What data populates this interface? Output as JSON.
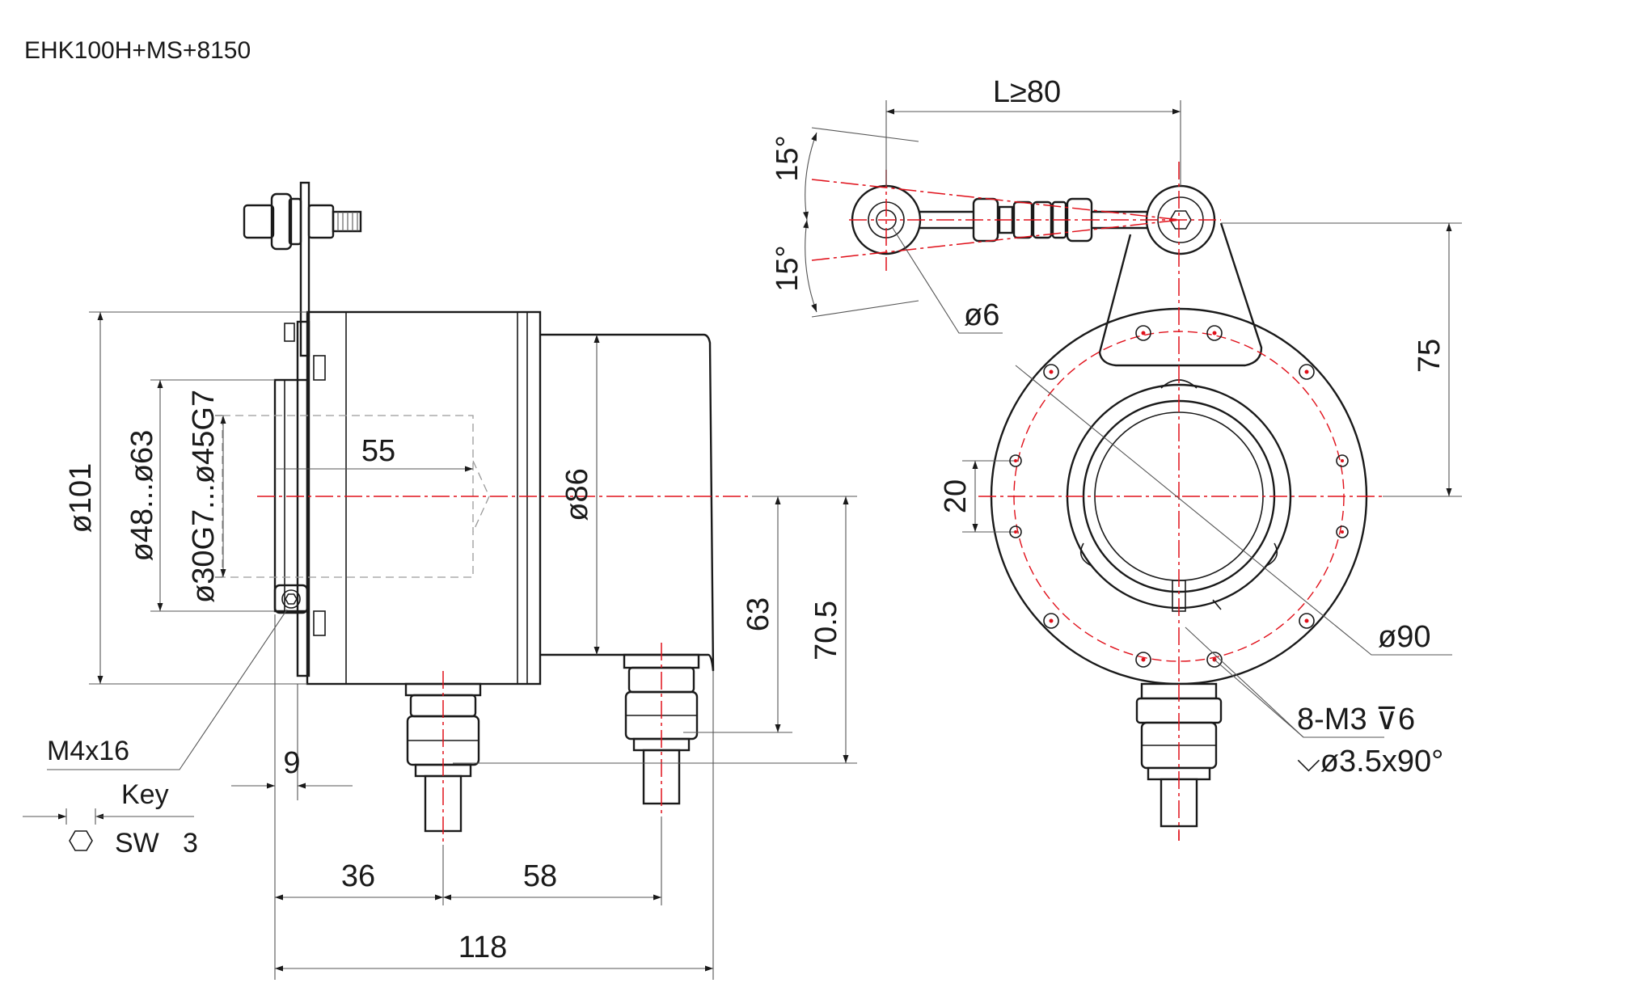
{
  "title": "EHK100H+MS+8150",
  "side_view": {
    "dim_d101": "ø101",
    "dim_d48_63": "ø48...ø63",
    "dim_d30_45": "ø30G7...ø45G7",
    "dim_55": "55",
    "dim_d86": "ø86",
    "dim_63": "63",
    "dim_70_5": "70.5",
    "dim_9": "9",
    "dim_36": "36",
    "dim_58": "58",
    "dim_118": "118",
    "screw_label": "M4x16",
    "key_label": "Key",
    "sw_label": "SW",
    "sw_value": "3"
  },
  "front_view": {
    "dim_l80": "L≥80",
    "angle_top": "15°",
    "angle_bottom": "15°",
    "dim_d6": "ø6",
    "dim_75": "75",
    "dim_20": "20",
    "dim_d90": "ø90",
    "thread_label": "8-M3 ⊽6",
    "countersink_label": "⌵ø3.5x90°"
  }
}
